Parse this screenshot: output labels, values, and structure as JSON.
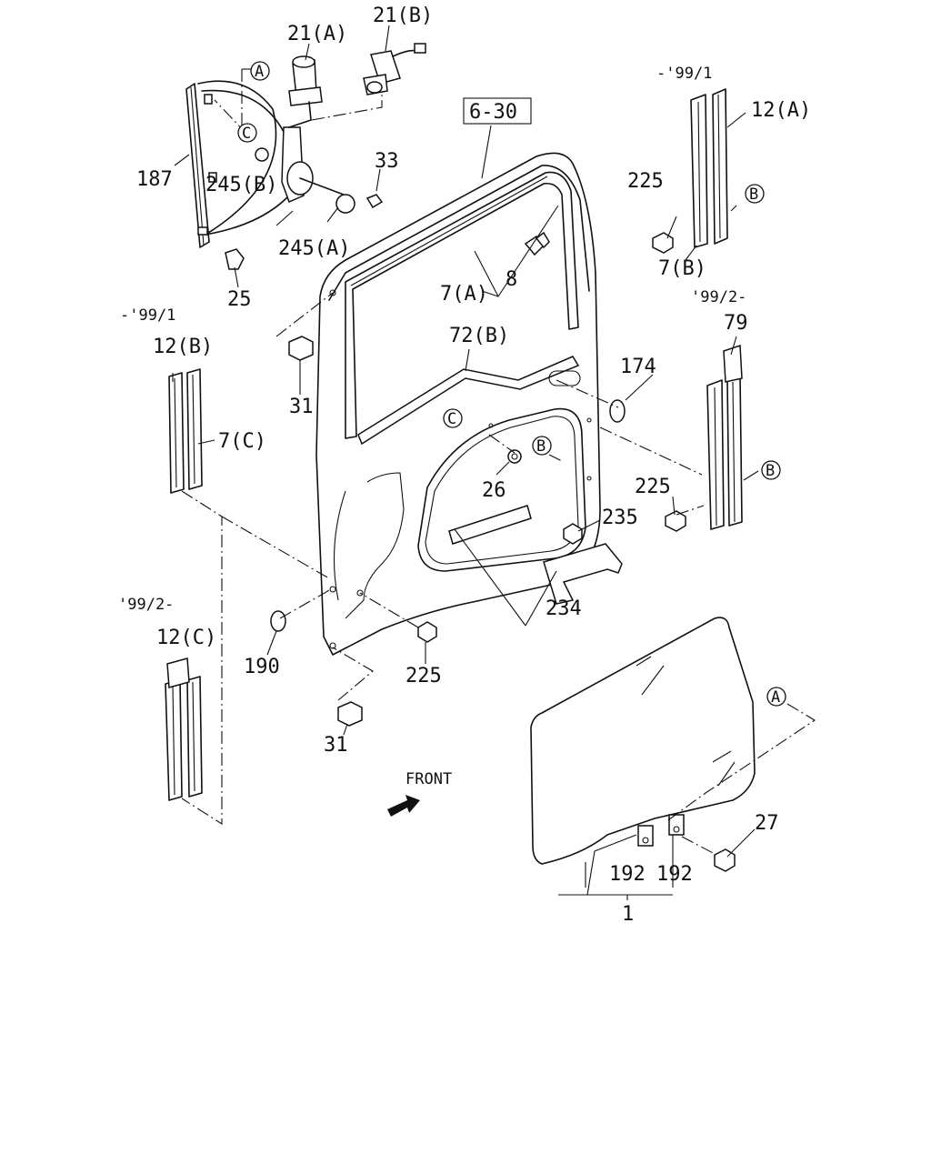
{
  "diagram": {
    "ref_box": "6-30",
    "front_label": "FRONT",
    "callouts": {
      "c21a": "21(A)",
      "c21b": "21(B)",
      "c187": "187",
      "c245b": "245(B)",
      "c33": "33",
      "c245a": "245(A)",
      "c25": "25",
      "c7a": "7(A)",
      "c8": "8",
      "c72b": "72(B)",
      "c174": "174",
      "c31a": "31",
      "c31b": "31",
      "c26": "26",
      "c235": "235",
      "c234": "234",
      "c225a": "225",
      "c225b": "225",
      "c225c": "225",
      "c190": "190",
      "c12a": "12(A)",
      "c7b": "7(B)",
      "c79": "79",
      "c12b": "12(B)",
      "c7c": "7(C)",
      "c12c": "12(C)",
      "c27": "27",
      "c192a": "192",
      "c192b": "192",
      "c1": "1"
    },
    "dates": {
      "d1": "-'99/1",
      "d2": "'99/2-",
      "d3": "-'99/1",
      "d4": "'99/2-"
    },
    "markers": {
      "mA1": "A",
      "mC1": "C",
      "mB1": "B",
      "mB2": "B",
      "mC2": "C",
      "mB3": "B",
      "mA2": "A"
    }
  }
}
